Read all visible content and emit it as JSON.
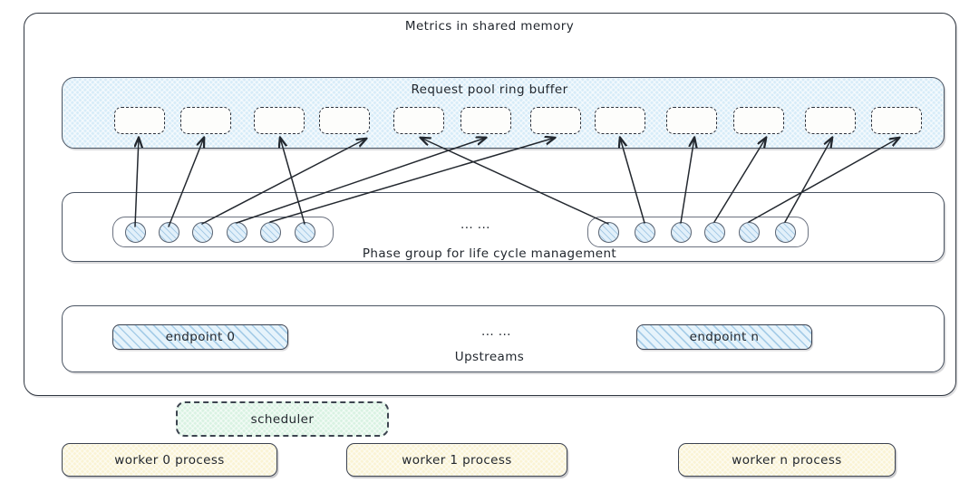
{
  "diagram": {
    "title": "Metrics in shared memory",
    "accent_blue": "#d7ecf8",
    "accent_green": "#d9f2e2",
    "accent_yellow": "#faf3d4",
    "stroke": "#23282f"
  },
  "shared_memory": {
    "label": "Metrics in shared memory",
    "ring_buffer": {
      "label": "Request pool ring buffer",
      "slot_count": 12,
      "slots": [
        {
          "name": "slot-0",
          "label": ""
        },
        {
          "name": "slot-1",
          "label": ""
        },
        {
          "name": "slot-2",
          "label": ""
        },
        {
          "name": "slot-3",
          "label": ""
        },
        {
          "name": "slot-4",
          "label": ""
        },
        {
          "name": "slot-5",
          "label": ""
        },
        {
          "name": "slot-6",
          "label": ""
        },
        {
          "name": "slot-7",
          "label": ""
        },
        {
          "name": "slot-8",
          "label": ""
        },
        {
          "name": "slot-9",
          "label": ""
        },
        {
          "name": "slot-10",
          "label": ""
        },
        {
          "name": "slot-11",
          "label": ""
        }
      ]
    },
    "phase_group": {
      "label": "Phase group for life cycle management",
      "ellipsis": "... ...",
      "left_group_nodes": 6,
      "right_group_nodes": 6
    },
    "upstreams": {
      "label": "Upstreams",
      "ellipsis": "... ...",
      "endpoints": [
        {
          "label": "endpoint 0"
        },
        {
          "label": "endpoint n"
        }
      ]
    }
  },
  "scheduler": {
    "label": "scheduler"
  },
  "workers": [
    {
      "label": "worker 0 process"
    },
    {
      "label": "worker 1 process"
    },
    {
      "label": "worker n process"
    }
  ]
}
